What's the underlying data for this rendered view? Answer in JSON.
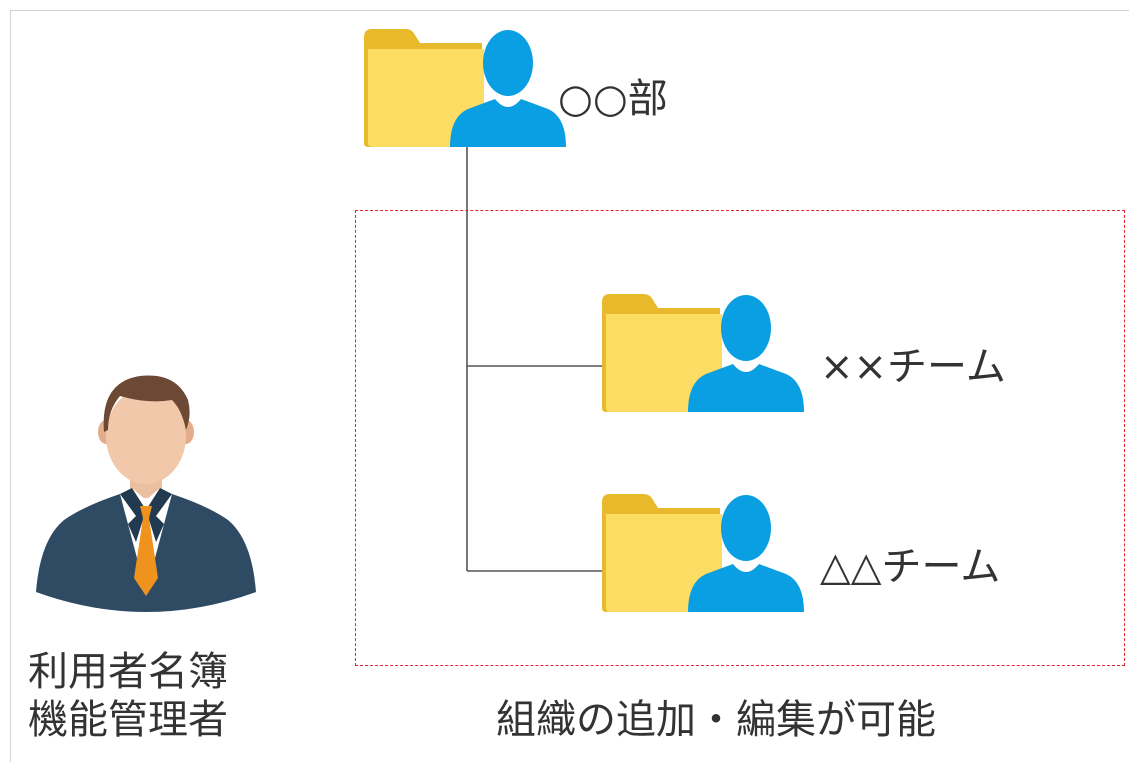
{
  "diagram": {
    "nodes": [
      {
        "id": "dept",
        "label": "○○部",
        "icon": "folder-user-icon"
      },
      {
        "id": "team-x",
        "label": "××チーム",
        "icon": "folder-user-icon"
      },
      {
        "id": "team-tri",
        "label": "△△チーム",
        "icon": "folder-user-icon"
      }
    ],
    "edges": [
      {
        "from": "dept",
        "to": "team-x"
      },
      {
        "from": "dept",
        "to": "team-tri"
      }
    ],
    "highlight_color": "#e3262f"
  },
  "role": {
    "line1": "利用者名簿",
    "line2": "機能管理者",
    "icon": "business-person-icon"
  },
  "caption": "組織の追加・編集が可能",
  "colors": {
    "folder_back": "#e9b92c",
    "folder_front": "#fddc63",
    "person": "#0a9ee2",
    "text": "#333333",
    "line": "#555555"
  }
}
